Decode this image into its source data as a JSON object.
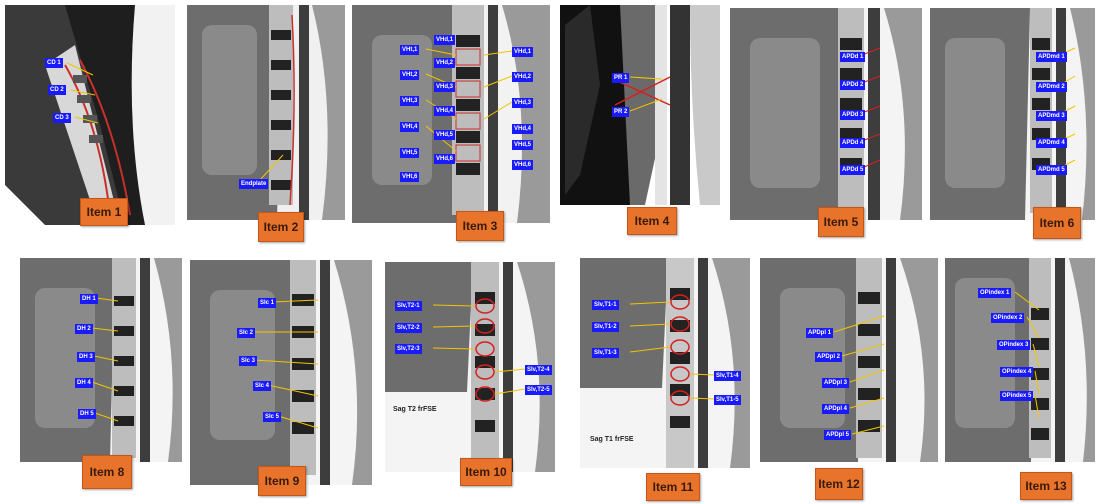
{
  "items": [
    {
      "label": "Item 1",
      "annotations": [
        "CD 1",
        "CD 2",
        "CD 3"
      ]
    },
    {
      "label": "Item 2",
      "annotations": [
        "Endplate"
      ]
    },
    {
      "label": "Item 3",
      "annotations": [
        "VHd,1",
        "VHd,2",
        "VHd,3",
        "VHd,4",
        "VHd,5",
        "VHd,6",
        "VHt,1",
        "VHt,2",
        "VHt,3",
        "VHt,4",
        "VHt,5",
        "VHt,6",
        "VHd,1",
        "VHd,2",
        "VHd,3",
        "VHd,4",
        "VHd,5",
        "VHd,6"
      ]
    },
    {
      "label": "Item 4",
      "annotations": [
        "PR 1",
        "PR 2"
      ]
    },
    {
      "label": "Item 5",
      "annotations": [
        "APDd 1",
        "APDd 2",
        "APDd 3",
        "APDd 4",
        "APDd 5"
      ]
    },
    {
      "label": "Item 6",
      "annotations": [
        "APDmd 1",
        "APDmd 2",
        "APDmd 3",
        "APDmd 4",
        "APDmd 5"
      ]
    },
    {
      "label": "Item 8",
      "annotations": [
        "DH 1",
        "DH 2",
        "DH 3",
        "DH 4",
        "DH 5"
      ]
    },
    {
      "label": "Item 9",
      "annotations": [
        "Slc 1",
        "Slc 2",
        "Slc 3",
        "Slc 4",
        "Slc 5"
      ]
    },
    {
      "label": "Item 10",
      "annotations": [
        "Slv,T2-1",
        "Slv,T2-2",
        "Slv,T2-3",
        "Slv,T2-4",
        "Slv,T2-5"
      ],
      "caption": "Sag T2 frFSE"
    },
    {
      "label": "Item 11",
      "annotations": [
        "Slv,T1-1",
        "Slv,T1-2",
        "Slv,T1-3",
        "Slv,T1-4",
        "Slv,T1-5"
      ],
      "caption": "Sag T1 frFSE"
    },
    {
      "label": "Item 12",
      "annotations": [
        "APDpl 1",
        "APDpl 2",
        "APDpl 3",
        "APDpl 4",
        "APDpl 5"
      ]
    },
    {
      "label": "Item 13",
      "annotations": [
        "OPindex 1",
        "OPindex 2",
        "OPindex 3",
        "OPindex 4",
        "OPindex 5"
      ]
    }
  ],
  "colors": {
    "button": "#e8742c",
    "label": "#1a1aff",
    "line": "#f2c500",
    "accent": "#d42020"
  }
}
